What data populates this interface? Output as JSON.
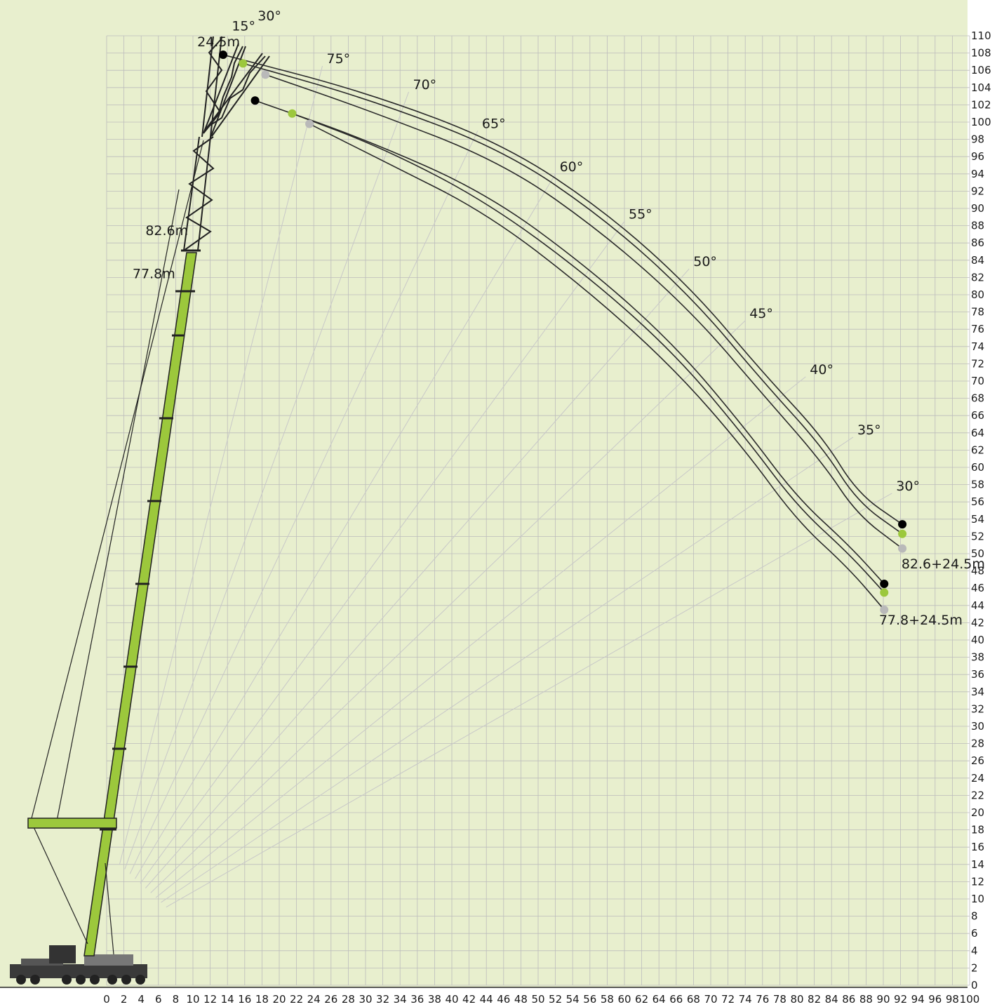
{
  "chart_data": {
    "type": "line",
    "title": "",
    "xlabel": "",
    "ylabel": "",
    "xlim": [
      0,
      100
    ],
    "ylim": [
      0,
      110
    ],
    "x_ticks": [
      0,
      2,
      4,
      6,
      8,
      10,
      12,
      14,
      16,
      18,
      20,
      22,
      24,
      26,
      28,
      30,
      32,
      34,
      36,
      38,
      40,
      42,
      44,
      46,
      48,
      50,
      52,
      54,
      56,
      58,
      60,
      62,
      64,
      66,
      68,
      70,
      72,
      74,
      76,
      78,
      80,
      82,
      84,
      86,
      88,
      90,
      92,
      94,
      96,
      98,
      100
    ],
    "y_ticks": [
      0,
      2,
      4,
      6,
      8,
      10,
      12,
      14,
      16,
      18,
      20,
      22,
      24,
      26,
      28,
      30,
      32,
      34,
      36,
      38,
      40,
      42,
      44,
      46,
      48,
      50,
      52,
      54,
      56,
      58,
      60,
      62,
      64,
      66,
      68,
      70,
      72,
      74,
      76,
      78,
      80,
      82,
      84,
      86,
      88,
      90,
      92,
      94,
      96,
      98,
      100,
      102,
      104,
      106,
      108,
      110
    ],
    "grid": true,
    "colors": {
      "background": "#e8efce",
      "grid": "#bcbcbc",
      "boom": "#9cc83c",
      "offset_0": "#000000",
      "offset_15": "#9cc83c",
      "offset_30": "#b9b9b9",
      "curve": "#2a2a2a"
    },
    "boom_angle_lines": [
      {
        "label": "75°",
        "angle": 75,
        "end": [
          25,
          106.5
        ]
      },
      {
        "label": "70°",
        "angle": 70,
        "end": [
          35,
          103.5
        ]
      },
      {
        "label": "65°",
        "angle": 65,
        "end": [
          43,
          99
        ]
      },
      {
        "label": "60°",
        "angle": 60,
        "end": [
          52,
          94
        ]
      },
      {
        "label": "55°",
        "angle": 55,
        "end": [
          60,
          88.5
        ]
      },
      {
        "label": "50°",
        "angle": 50,
        "end": [
          67.5,
          83
        ]
      },
      {
        "label": "45°",
        "angle": 45,
        "end": [
          74,
          77
        ]
      },
      {
        "label": "40°",
        "angle": 40,
        "end": [
          81,
          70.5
        ]
      },
      {
        "label": "35°",
        "angle": 35,
        "end": [
          86.5,
          63.5
        ]
      },
      {
        "label": "30°",
        "angle": 30,
        "end": [
          91,
          57
        ]
      }
    ],
    "series": [
      {
        "name": "82.6+24.5m",
        "offset": "0°",
        "points": [
          [
            13.5,
            107.8
          ],
          [
            30,
            103.5
          ],
          [
            46,
            97.5
          ],
          [
            58,
            89.5
          ],
          [
            68,
            80.5
          ],
          [
            76,
            71
          ],
          [
            83,
            63.5
          ],
          [
            87,
            57
          ],
          [
            92.2,
            53.4
          ]
        ]
      },
      {
        "name": "82.6+24.5m",
        "offset": "15°",
        "points": [
          [
            15.8,
            106.8
          ],
          [
            30,
            102.8
          ],
          [
            46,
            96.8
          ],
          [
            58,
            88.6
          ],
          [
            68,
            79.5
          ],
          [
            76,
            70
          ],
          [
            83,
            62.3
          ],
          [
            87,
            56
          ],
          [
            92.2,
            52.3
          ]
        ]
      },
      {
        "name": "82.6+24.5m",
        "offset": "30°",
        "points": [
          [
            18.4,
            105.5
          ],
          [
            30,
            101.5
          ],
          [
            46,
            95.3
          ],
          [
            58,
            86.8
          ],
          [
            68,
            77.8
          ],
          [
            76,
            68.5
          ],
          [
            83,
            60.5
          ],
          [
            87,
            54.5
          ],
          [
            92.2,
            50.6
          ]
        ]
      },
      {
        "name": "77.8+24.5m",
        "offset": "0°",
        "points": [
          [
            17.2,
            102.5
          ],
          [
            30,
            98
          ],
          [
            44,
            91.8
          ],
          [
            56,
            83
          ],
          [
            66,
            74
          ],
          [
            74,
            64.5
          ],
          [
            80,
            56.5
          ],
          [
            86,
            51
          ],
          [
            90.1,
            46.5
          ]
        ]
      },
      {
        "name": "77.8+24.5m",
        "offset": "15°",
        "points": [
          [
            21.5,
            101
          ],
          [
            32,
            97
          ],
          [
            44,
            90.8
          ],
          [
            56,
            82
          ],
          [
            66,
            73
          ],
          [
            74,
            63.5
          ],
          [
            80,
            55.5
          ],
          [
            86,
            50
          ],
          [
            90.1,
            45.5
          ]
        ]
      },
      {
        "name": "77.8+24.5m",
        "offset": "30°",
        "points": [
          [
            23.5,
            99.8
          ],
          [
            32,
            95.5
          ],
          [
            44,
            89.5
          ],
          [
            56,
            80.3
          ],
          [
            66,
            71.2
          ],
          [
            74,
            62
          ],
          [
            80,
            53.8
          ],
          [
            86,
            48.3
          ],
          [
            90.1,
            43.5
          ]
        ]
      }
    ],
    "annotations": [
      {
        "text": "24.5m",
        "x": 10.5,
        "y": 108.8
      },
      {
        "text": "15°",
        "x": 14.5,
        "y": 110.6
      },
      {
        "text": "30°",
        "x": 17.5,
        "y": 111.8
      },
      {
        "text": "82.6m",
        "x": 4.5,
        "y": 86.9
      },
      {
        "text": "77.8m",
        "x": 3.0,
        "y": 81.9
      },
      {
        "text": "82.6+24.5m",
        "x": 92.1,
        "y": 48.3
      },
      {
        "text": "77.8+24.5m",
        "x": 89.5,
        "y": 41.8
      }
    ]
  }
}
